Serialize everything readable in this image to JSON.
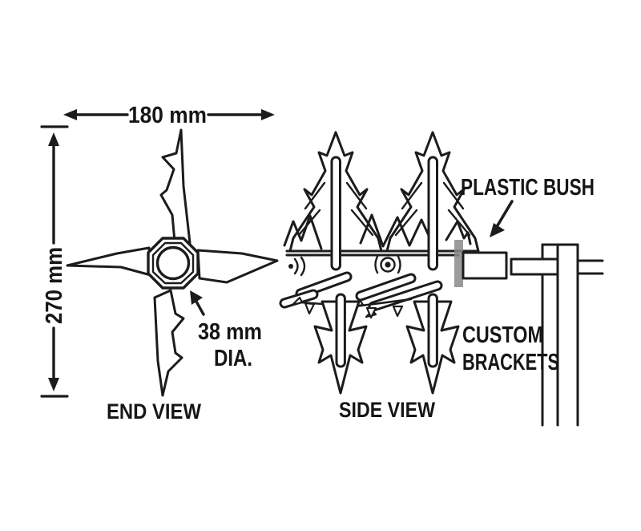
{
  "page": {
    "background_color": "#ffffff",
    "ink_color": "#1c1c1c"
  },
  "end_view": {
    "caption": "END VIEW",
    "width_dimension": "180 mm",
    "height_dimension": "270 mm",
    "hub_dimension_line1": "38 mm",
    "hub_dimension_line2": "DIA."
  },
  "side_view": {
    "caption": "SIDE VIEW",
    "bush_label": "PLASTIC BUSH",
    "brackets_label_line1": "CUSTOM",
    "brackets_label_line2": "BRACKETS"
  }
}
